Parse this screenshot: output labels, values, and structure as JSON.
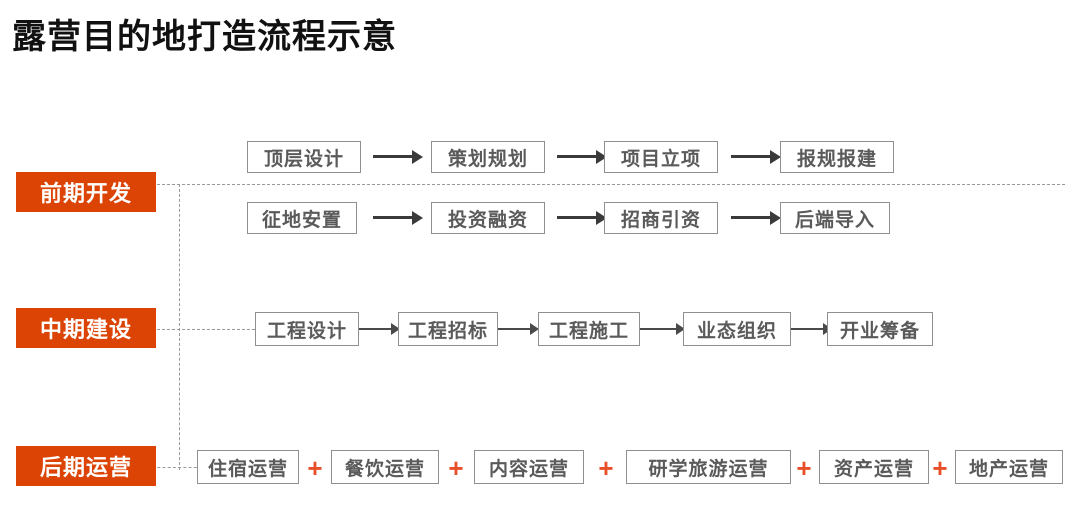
{
  "title": "露营目的地打造流程示意",
  "theme": {
    "accent": "#DC4405",
    "plus_color": "#E8502A",
    "box_border": "#8F8F8F",
    "box_text": "#5A5A5A",
    "dash_color": "#9A9A9A",
    "arrow_color": "#3A3A3A",
    "background": "#FFFFFF"
  },
  "stages": [
    {
      "id": "early",
      "label": "前期开发"
    },
    {
      "id": "mid",
      "label": "中期建设"
    },
    {
      "id": "late",
      "label": "后期运营"
    }
  ],
  "rows": {
    "early_row1": {
      "connector": "arrow",
      "steps": [
        "顶层设计",
        "策划规划",
        "项目立项",
        "报规报建"
      ]
    },
    "early_row2": {
      "connector": "arrow",
      "steps": [
        "征地安置",
        "投资融资",
        "招商引资",
        "后端导入"
      ]
    },
    "mid_row": {
      "connector": "arrow",
      "steps": [
        "工程设计",
        "工程招标",
        "工程施工",
        "业态组织",
        "开业筹备"
      ]
    },
    "late_row": {
      "connector": "plus",
      "separator": "+",
      "steps": [
        "住宿运营",
        "餐饮运营",
        "内容运营",
        "研学旅游运营",
        "资产运营",
        "地产运营"
      ]
    }
  }
}
